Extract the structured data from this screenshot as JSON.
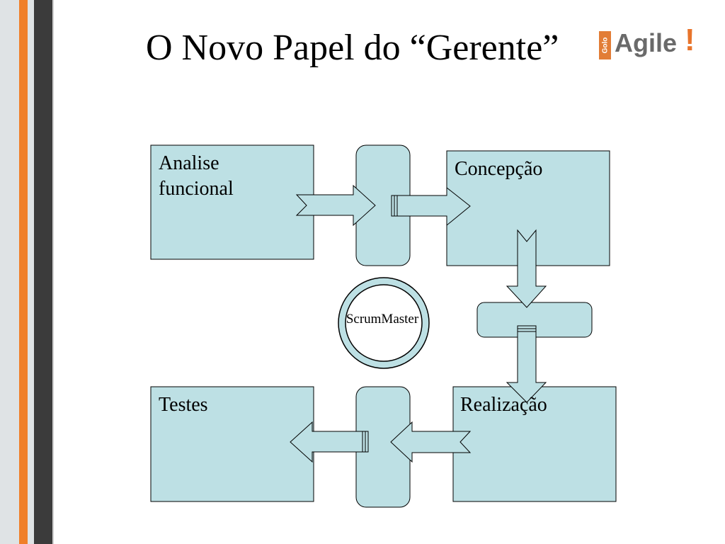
{
  "slide": {
    "title": "O Novo Papel do “Gerente”",
    "logo": {
      "brand_text": "Agile",
      "exclamation": "!",
      "side_text": "Golo"
    },
    "colors": {
      "box_fill": "#bde0e4",
      "stripe_orange": "#f07f28",
      "stripe_dark": "#3b3b3b",
      "stripe_grey": "#dfe3e5"
    }
  },
  "diagram": {
    "boxes": [
      {
        "id": "analise",
        "label": "Analise\nfuncional"
      },
      {
        "id": "concepcao",
        "label": "Concepção"
      },
      {
        "id": "realizacao",
        "label": "Realização"
      },
      {
        "id": "testes",
        "label": "Testes"
      }
    ],
    "center_node": {
      "label": "ScrumMaster"
    }
  }
}
